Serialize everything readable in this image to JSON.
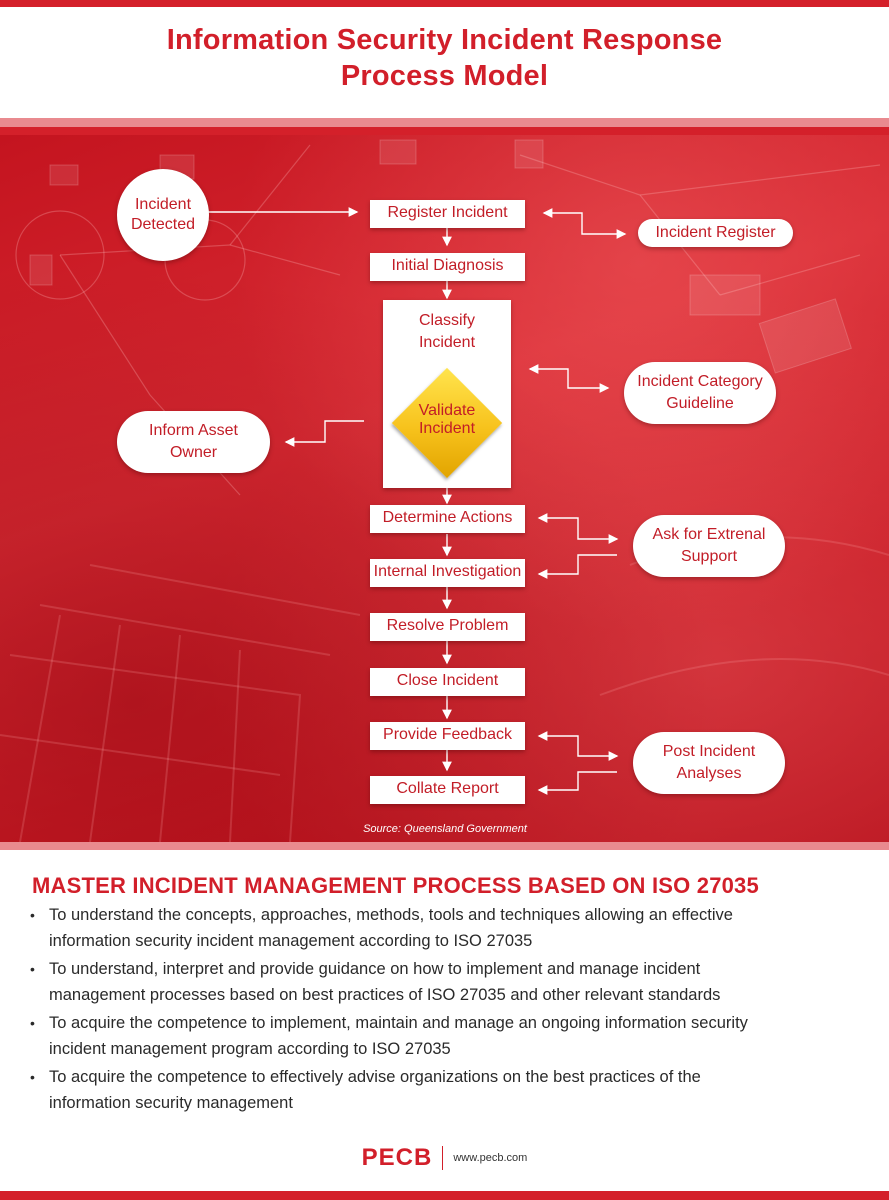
{
  "header": {
    "title_line1": "Information Security Incident Response",
    "title_line2": "Process Model"
  },
  "flow": {
    "start": {
      "line1": "Incident",
      "line2": "Detected"
    },
    "steps": {
      "register": "Register Incident",
      "diagnosis": "Initial Diagnosis",
      "classify_line1": "Classify",
      "classify_line2": "Incident",
      "validate_line1": "Validate",
      "validate_line2": "Incident",
      "determine": "Determine Actions",
      "investigation": "Internal Investigation",
      "resolve": "Resolve Problem",
      "close": "Close Incident",
      "feedback": "Provide Feedback",
      "collate": "Collate Report"
    },
    "side": {
      "register": "Incident Register",
      "category_line1": "Incident Category",
      "category_line2": "Guideline",
      "inform_line1": "Inform Asset",
      "inform_line2": "Owner",
      "external_line1": "Ask for Extrenal",
      "external_line2": "Support",
      "post_line1": "Post Incident",
      "post_line2": "Analyses"
    },
    "source": "Source: Queensland Government"
  },
  "colors": {
    "brand_red": "#d21f2a",
    "diamond_yellow": "#f7c21c"
  },
  "course": {
    "heading": "MASTER INCIDENT MANAGEMENT PROCESS BASED ON ISO 27035",
    "bullets": [
      {
        "line1": "To understand the concepts, approaches, methods, tools and techniques allowing an effective",
        "line2": "information security incident management according to ISO 27035"
      },
      {
        "line1": "To understand, interpret and provide guidance on how to implement and manage incident",
        "line2": "management processes based on best practices of ISO 27035 and other relevant standards"
      },
      {
        "line1": "To acquire the competence to implement, maintain and manage an ongoing information security",
        "line2": "incident management program according to ISO 27035"
      },
      {
        "line1": "To acquire the competence to effectively advise organizations on the best practices of the",
        "line2": "information security management"
      }
    ]
  },
  "footer": {
    "logo": "PECB",
    "url": "www.pecb.com"
  }
}
